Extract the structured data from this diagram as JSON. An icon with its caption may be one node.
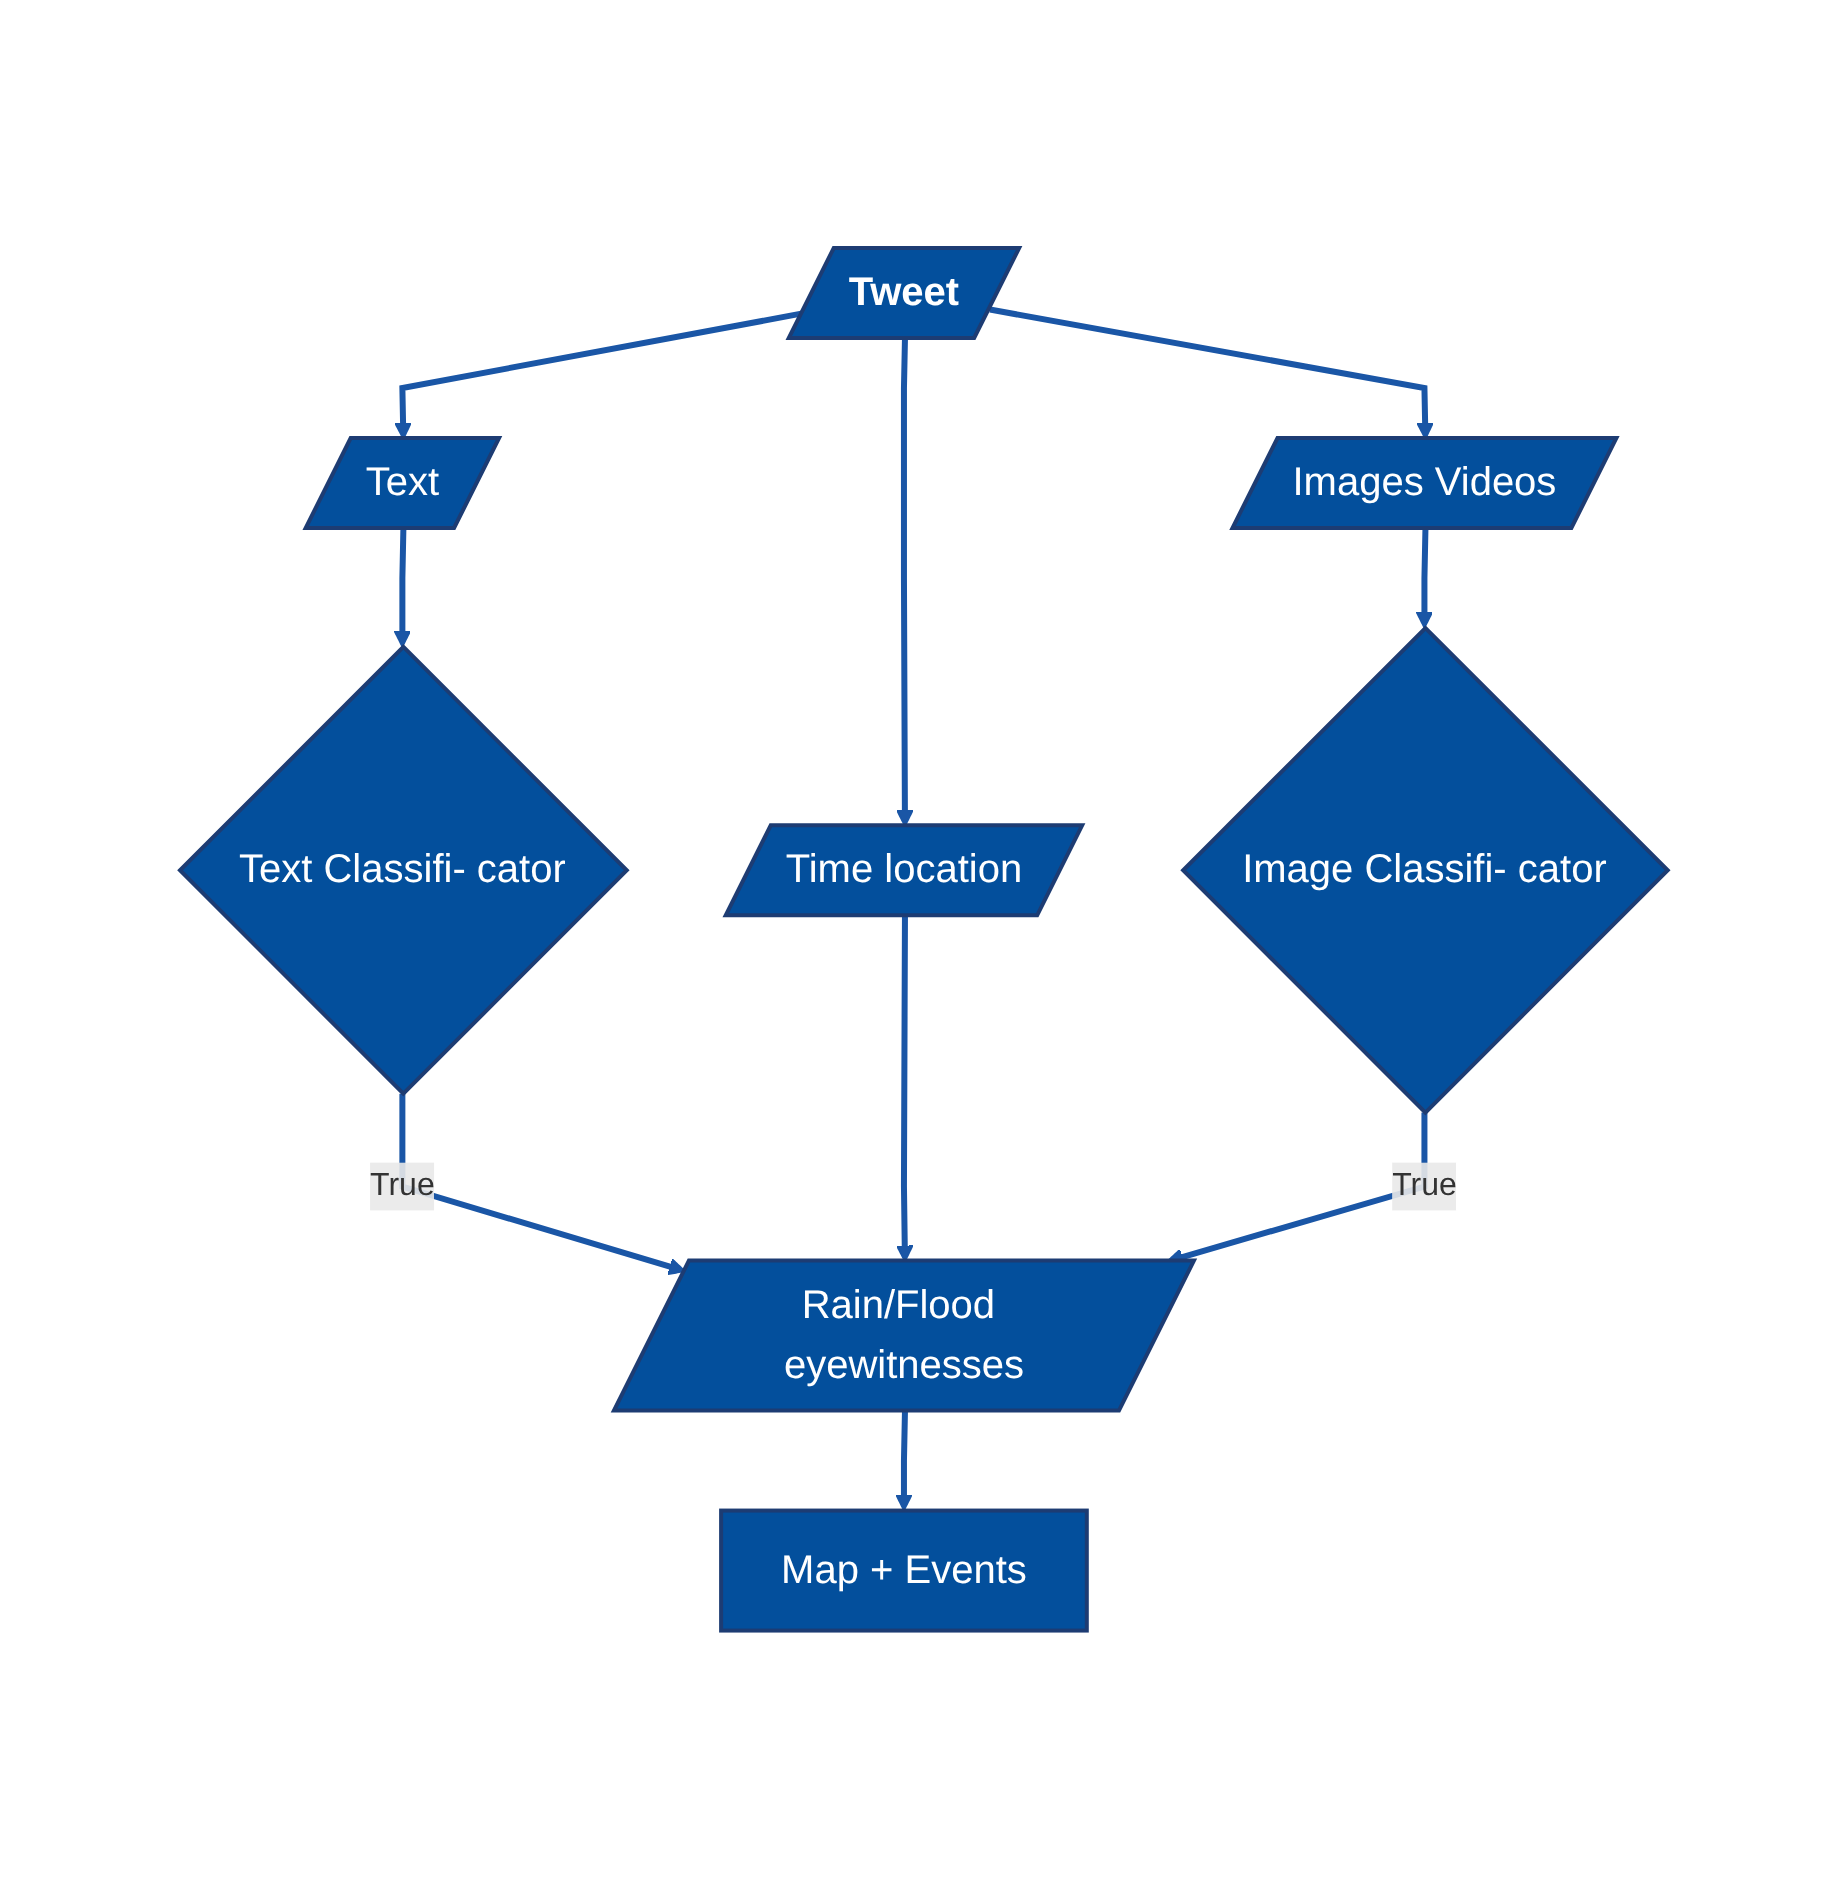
{
  "diagram": {
    "nodes": [
      {
        "text": [
          "Tweet"
        ]
      },
      {
        "text": [
          "Text"
        ]
      },
      {
        "text": [
          "Time location"
        ]
      },
      {
        "text": [
          "Images Videos"
        ]
      },
      {
        "text": [
          "Text Classifi- cator"
        ]
      },
      {
        "text": [
          "Image Classifi- cator"
        ]
      },
      {
        "text": [
          "Rain/Flood eyewitnesses"
        ]
      },
      {
        "text": [
          "Map + Events"
        ]
      }
    ],
    "edges": [
      {
        "from": 0,
        "to": 1,
        "arrow": "to"
      },
      {
        "from": 0,
        "to": 2,
        "arrow": "to"
      },
      {
        "from": 0,
        "to": 3,
        "arrow": "to"
      },
      {
        "from": 1,
        "to": 4,
        "arrow": "to"
      },
      {
        "from": 3,
        "to": 5,
        "arrow": "to"
      },
      {
        "from": 4,
        "to": 6,
        "label": "True",
        "arrow": "to"
      },
      {
        "from": 2,
        "to": 6,
        "arrow": "to"
      },
      {
        "from": 5,
        "to": 6,
        "label": "True",
        "arrow": "to"
      },
      {
        "from": 6,
        "to": 7,
        "arrow": "to"
      }
    ]
  }
}
